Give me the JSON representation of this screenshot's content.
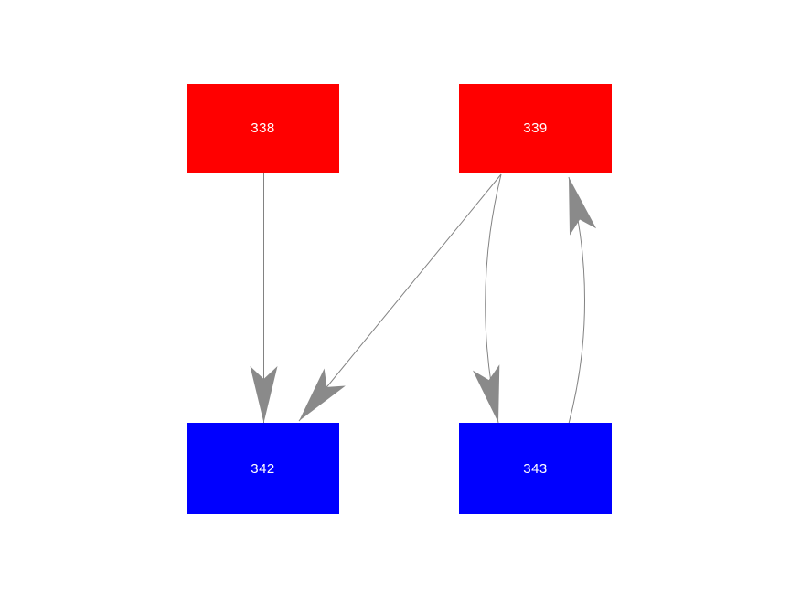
{
  "diagram": {
    "type": "directed-graph",
    "background_color": "#ffffff",
    "node_label_color": "#ffffff",
    "edge_color": "#828282",
    "arrowhead_color": "#8a8a8a",
    "nodes": [
      {
        "id": "338",
        "label": "338",
        "fill_color": "#ff0000",
        "row": "top",
        "column": "left"
      },
      {
        "id": "339",
        "label": "339",
        "fill_color": "#ff0000",
        "row": "top",
        "column": "right"
      },
      {
        "id": "342",
        "label": "342",
        "fill_color": "#0000ff",
        "row": "bottom",
        "column": "left"
      },
      {
        "id": "343",
        "label": "343",
        "fill_color": "#0000ff",
        "row": "bottom",
        "column": "right"
      }
    ],
    "edges": [
      {
        "from": "338",
        "to": "342",
        "shape": "straight",
        "direction": "down"
      },
      {
        "from": "339",
        "to": "342",
        "shape": "straight",
        "direction": "down-left"
      },
      {
        "from": "339",
        "to": "343",
        "shape": "curved-left",
        "direction": "down"
      },
      {
        "from": "343",
        "to": "339",
        "shape": "curved-right",
        "direction": "up"
      }
    ]
  }
}
